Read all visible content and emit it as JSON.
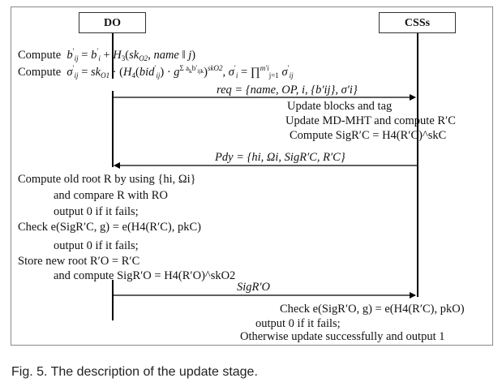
{
  "actors": {
    "left": "DO",
    "right": "CSSs"
  },
  "do_steps": {
    "compute1_label": "Compute",
    "compute1_formula": "b′ij = b′i + H3(skO2, name‖j)",
    "compute2_label": "Compute",
    "compute2_formula": "σ′ij = skO1 · (H4(bid′ij) · g^(Σ ak b′ijk) skO2), σ′i = ∏ σ′ij"
  },
  "messages": {
    "req": "req = {name, OP, i, {b′ij}, σ′i}",
    "pdy": "Pdy = {hi, Ωi, SigR′C, R′C}",
    "sig": "SigR′O"
  },
  "css_steps": {
    "line1": "Update blocks and tag",
    "line2": "Update MD-MHT and compute R′C",
    "line3": "Compute SigR′C = H4(R′C)^skC"
  },
  "verify_steps": {
    "line1": "Compute old root R by using {hi, Ωi}",
    "line2": "and compare R with RO",
    "line3": "output 0 if it fails;",
    "line4": "Check e(SigR′C, g) = e(H4(R′C), pkC)",
    "line5": "output 0 if it fails;",
    "line6": "Store new root R′O = R′C",
    "line7": "and compute SigR′O = H4(R′O)^skO2"
  },
  "final_steps": {
    "line1": "Check e(SigR′O, g) = e(H4(R′C), pkO)",
    "line2": "output 0 if it fails;",
    "line3": "Otherwise update successfully and output 1"
  },
  "caption": "Fig. 5. The description of the update stage."
}
